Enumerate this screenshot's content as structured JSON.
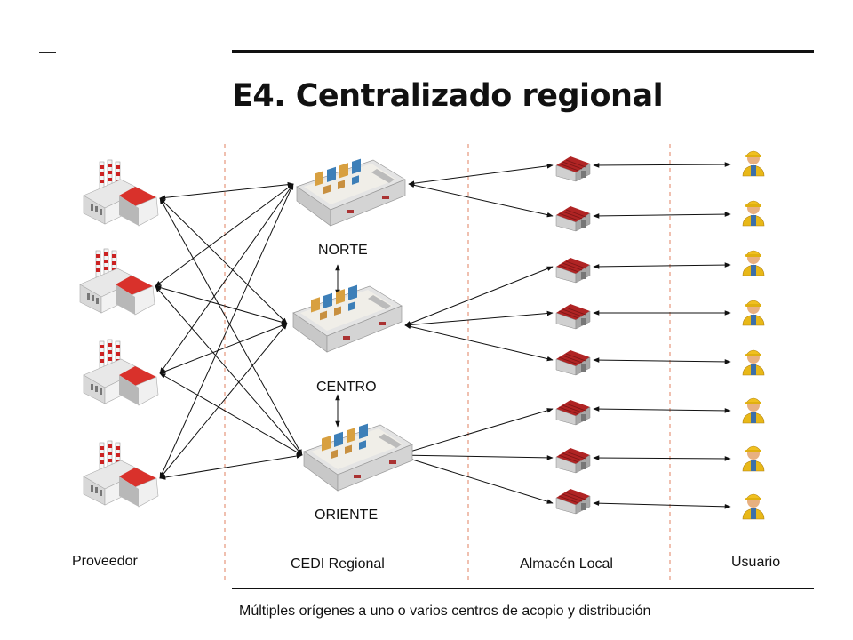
{
  "title": "E4. Centralizado regional",
  "caption": "Múltiples orígenes a uno o varios centros de acopio y distribución",
  "columns": {
    "proveedor": "Proveedor",
    "cedi": "CEDI Regional",
    "almacen": "Almacén Local",
    "usuario": "Usuario"
  },
  "cedi_nodes": [
    "NORTE",
    "CENTRO",
    "ORIENTE"
  ],
  "counts": {
    "proveedores": 4,
    "almacenes": 8,
    "usuarios": 8
  },
  "colors": {
    "factory_roof": "#d9312b",
    "chimney_stripe": "#cc2222",
    "worker_helmet": "#f0c020",
    "worker_vest": "#e8b818",
    "divider": "#e08060"
  }
}
